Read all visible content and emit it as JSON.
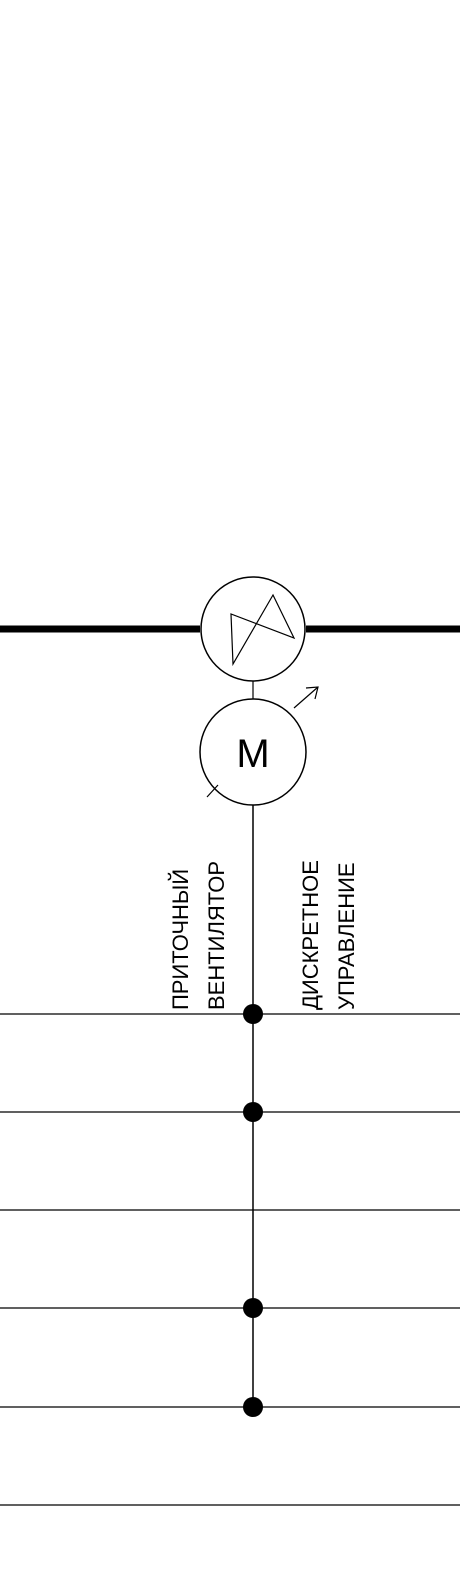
{
  "fan": {
    "label_line1": "ПРИТОЧНЫЙ",
    "label_line2": "ВЕНТИЛЯТОР"
  },
  "motor": {
    "letter": "M"
  },
  "control": {
    "label_line1": "ДИСКРЕТНОЕ",
    "label_line2": "УПРАВЛЕНИЕ"
  },
  "colors": {
    "line": "#000000",
    "background": "#ffffff"
  }
}
